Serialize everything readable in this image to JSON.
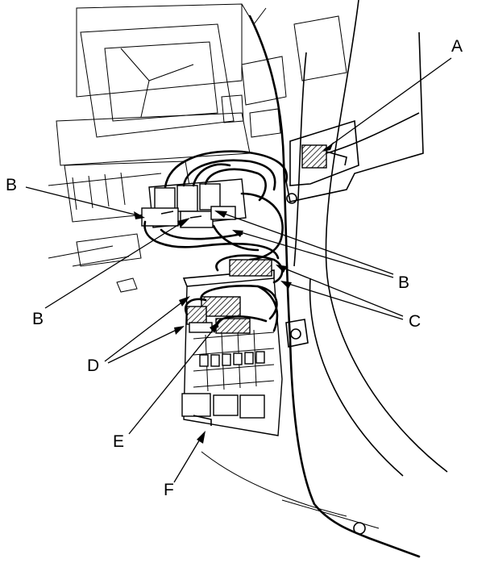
{
  "figure": {
    "callouts": {
      "A": "A",
      "B_left": "B",
      "B_lower": "B",
      "B_right": "B",
      "C": "C",
      "D": "D",
      "E": "E",
      "F": "F"
    }
  }
}
